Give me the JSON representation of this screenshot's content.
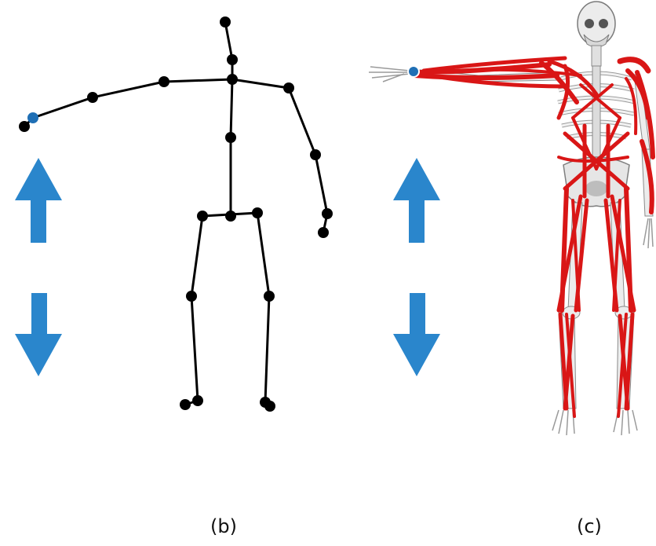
{
  "captions": {
    "left": "(b)",
    "right": "(c)"
  },
  "colors": {
    "background": "#ffffff",
    "skeleton_line": "#000000",
    "joint": "#000000",
    "marker": "#1f6fb5",
    "arrow": "#2a86cc",
    "muscle": "#d91616",
    "bone": "#e9e9e9",
    "bone_outline": "#8a8a8a"
  },
  "icons": {
    "left_panel_arrows": [
      "arrow-up-icon",
      "arrow-down-icon"
    ],
    "right_panel_arrows": [
      "arrow-up-icon",
      "arrow-down-icon"
    ],
    "marker": "wrist-marker-dot"
  }
}
